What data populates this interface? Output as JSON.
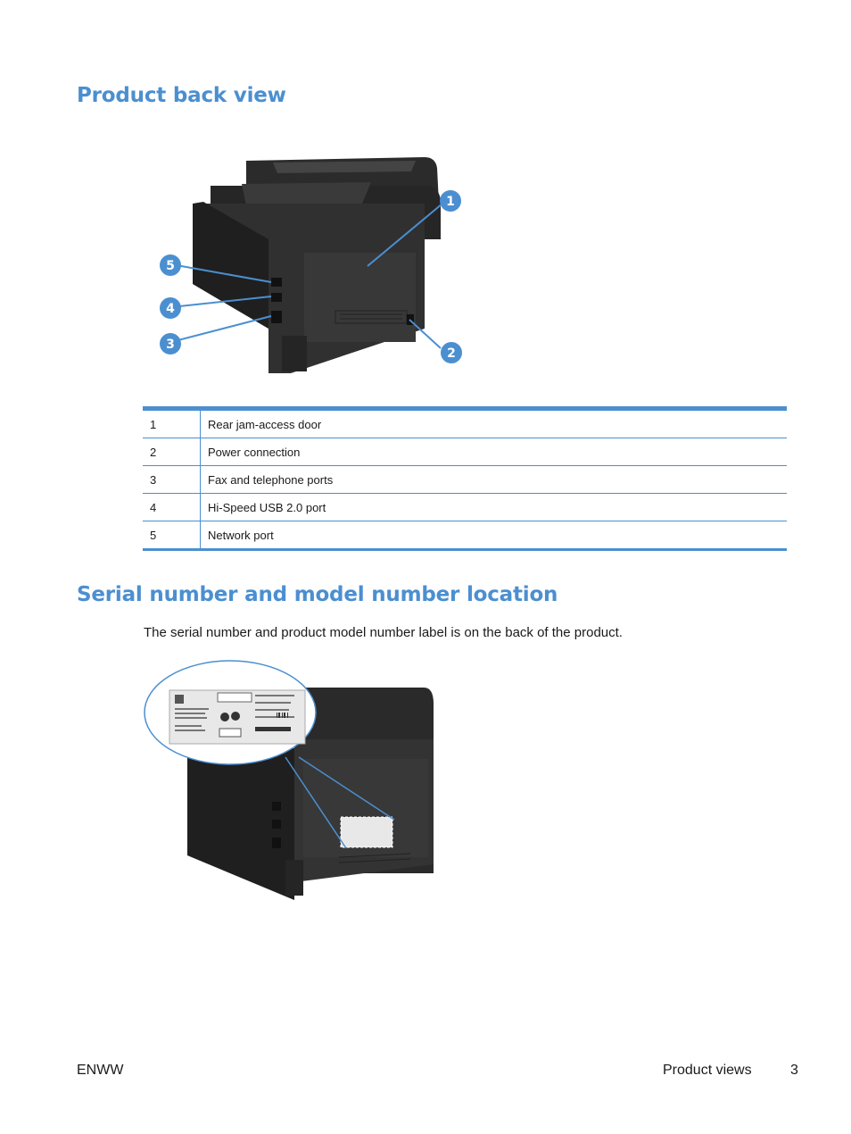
{
  "section1": {
    "title": "Product back view",
    "callouts": [
      "1",
      "2",
      "3",
      "4",
      "5"
    ],
    "table": [
      {
        "num": "1",
        "label": "Rear jam-access door"
      },
      {
        "num": "2",
        "label": "Power connection"
      },
      {
        "num": "3",
        "label": "Fax and telephone ports"
      },
      {
        "num": "4",
        "label": "Hi-Speed USB 2.0 port"
      },
      {
        "num": "5",
        "label": "Network port"
      }
    ]
  },
  "section2": {
    "title": "Serial number and model number location",
    "body": "The serial number and product model number label is on the back of the product."
  },
  "footer": {
    "left": "ENWW",
    "section": "Product views",
    "page": "3"
  },
  "colors": {
    "accent": "#4b8fd0",
    "printer_dark": "#2a2a2a",
    "label_bg": "#e8e8e8"
  }
}
